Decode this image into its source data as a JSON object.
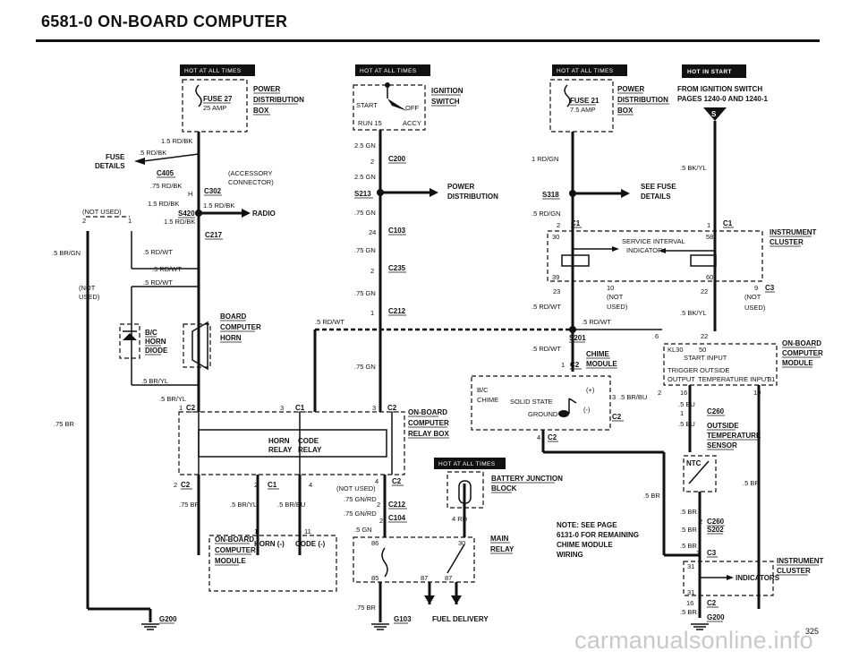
{
  "header": {
    "title": "6581-0   ON-BOARD COMPUTER"
  },
  "page_number": "325",
  "watermark": "carmanualsonline.info",
  "tags": {
    "hot_at_all_times": "HOT AT ALL TIMES",
    "hot_in_start": "HOT IN START"
  },
  "fuse27": {
    "name": "FUSE 27",
    "amp": "25 AMP",
    "dist1": "POWER",
    "dist2": "DISTRIBUTION",
    "dist3": "BOX"
  },
  "fuse21": {
    "name": "FUSE 21",
    "amp": "7.5 AMP",
    "dist1": "POWER",
    "dist2": "DISTRIBUTION",
    "dist3": "BOX"
  },
  "ignition": {
    "l1": "IGNITION",
    "l2": "SWITCH",
    "start": "START",
    "off": "OFF",
    "run": "RUN 15",
    "accy": "ACCY"
  },
  "from_ign": {
    "l1": "FROM IGNITION SWITCH",
    "l2": "PAGES 1240-0 AND 1240-1",
    "s": "S"
  },
  "left": {
    "w15rdbk_top": "1.5 RD/BK",
    "fuse_details_1": "FUSE",
    "fuse_details_2": "DETAILS",
    "w5rdbk": ".5 RD/BK",
    "c405": "C405",
    "acc1": "(ACCESSORY",
    "acc2": "CONNECTOR)",
    "w75rdbk": ".75 RD/BK",
    "h": "H",
    "c302": "C302",
    "w15rdbk2": "1.5 RD/BK",
    "w15rdbk3": "1.5 RD/BK",
    "s420": "S420",
    "radio": "RADIO",
    "not_used": "(NOT USED)",
    "p2": "2",
    "p1": "1",
    "w15rdbk4": "1.5 RD/BK",
    "c217": "C217",
    "w5brgn": ".5 BR/GN",
    "w5rdwt1": ".5 RD/WT",
    "w5rdwt2": ".5 RD/WT",
    "w5rdwt3": ".5 RD/WT",
    "not2": "(NOT",
    "used2": "USED)",
    "bc": "B/C",
    "horn": "HORN",
    "diode": "DIODE",
    "board1": "BOARD",
    "board2": "COMPUTER",
    "board3": "HORN",
    "w5bryl1": ".5 BR/YL",
    "w5bryl2": ".5 BR/YL",
    "w75br": ".75 BR",
    "c2a": "C2",
    "p1a": "1",
    "c1a": "C1",
    "p3a": "3"
  },
  "relay_box": {
    "l1": "ON-BOARD",
    "l2": "COMPUTER",
    "l3": "RELAY BOX",
    "horn_relay_1": "HORN",
    "horn_relay_2": "RELAY",
    "code_relay_1": "CODE",
    "code_relay_2": "RELAY",
    "c2b": "C2",
    "p3b": "3",
    "p2a": "2",
    "c2c": "C2",
    "p2b": "2",
    "c1b": "C1",
    "p4a": "4",
    "w75br2": ".75 BR",
    "w5bryl3": ".5 BR/YL",
    "w5brbu": ".5 BR/BU"
  },
  "module_left": {
    "l1": "ON-BOARD",
    "l2": "COMPUTER",
    "l3": "MODULE",
    "horn": "HORN (-)",
    "code": "CODE (-)",
    "p1": "1",
    "p11": "11"
  },
  "ground_left": {
    "g": "G200"
  },
  "center": {
    "w25gn1": "2.5 GN",
    "p2c": "2",
    "c200": "C200",
    "w25gn2": "2.5 GN",
    "s213": "S213",
    "pd1": "POWER",
    "pd2": "DISTRIBUTION",
    "w75gn1": ".75 GN",
    "p24": "24",
    "c103": "C103",
    "w75gn2": ".75 GN",
    "p2d": "2",
    "c235": "C235",
    "w75gn3": ".75 GN",
    "p1b": "1",
    "c212": "C212",
    "w5rdwt4": ".5 RD/WT",
    "w75gn4": ".75 GN",
    "p3c": "3",
    "c2d": "C2",
    "not_used3": "(NOT USED)",
    "p1c": "1",
    "p4b": "4",
    "c2e": "C2",
    "w75gnrd1": ".75 GN/RD",
    "p2e": "2",
    "c212b": "C212",
    "w75gnrd2": ".75 GN/RD",
    "p2f": "2",
    "c104": "C104",
    "w5gn": ".5 GN",
    "w4rd": "4 RD",
    "w75br3": ".75 BR",
    "g103": "G103",
    "fuel": "FUEL DELIVERY",
    "batt1": "BATTERY JUNCTION",
    "batt2": "BLOCK",
    "main1": "MAIN",
    "main2": "RELAY",
    "r86": "86",
    "r85": "85",
    "r87a": "87",
    "r87b": "87",
    "r30": "30"
  },
  "right": {
    "w1rdgn": "1 RD/GN",
    "w5bkyl1": ".5 BK/YL",
    "s318": "S318",
    "see_fuse1": "SEE FUSE",
    "see_fuse2": "DETAILS",
    "w5rdgn": ".5 RD/GN",
    "p2g": "2",
    "c1c": "C1",
    "p1d": "1",
    "c1d": "C1",
    "p30": "30",
    "p58": "58",
    "svc1": "SERVICE INTERVAL",
    "svc2": "INDICATOR",
    "inst1": "INSTRUMENT",
    "inst2": "CLUSTER",
    "p39": "39",
    "p60": "60",
    "p23": "23",
    "p10": "10",
    "not4": "(NOT",
    "used4": "USED)",
    "p22": "22",
    "p9": "9",
    "c3": "C3",
    "not5": "(NOT",
    "used5": "USED)",
    "w5rdwt5": ".5 RD/WT",
    "w5rdwt6": ".5 RD/WT",
    "w5bkyl2": ".5 BK/YL",
    "s201": "S201",
    "p6": "6",
    "p22b": "22",
    "w5rdwt7": ".5 RD/WT",
    "chime1": "CHIME",
    "chime2": "MODULE",
    "p1e": "1",
    "c2f": "C2",
    "kl30": "KL30",
    "p50": "50",
    "start_in": "START INPUT",
    "trig": "TRIGGER",
    "outside": "OUTSIDE",
    "output": "OUTPUT",
    "temp_in": "TEMPERATURE INPUT",
    "p31": "31",
    "obc1": "ON-BOARD",
    "obc2": "COMPUTER",
    "obc3": "MODULE",
    "bc": "B/C",
    "chime": "CHIME",
    "plus": "(+)",
    "solid": "SOLID STATE",
    "ground": "GROUND",
    "minus": "(-)",
    "p3d": "3",
    "w5brbu2": ".5 BR/BU",
    "c2g": "C2",
    "p4c": "4",
    "c2h": "C2",
    "p2h": "2",
    "p16": "16",
    "p10b": "10",
    "w5bu1": ".5 BU",
    "p1f": "1",
    "c260": "C260",
    "w5bu2": ".5 BU",
    "ots1": "OUTSIDE",
    "ots2": "TEMPERATURE",
    "ots3": "SENSOR",
    "ntc": "NTC",
    "w5br4": ".5 BR",
    "w5br5": ".5 BR",
    "w5br6": ".5 BR",
    "p2i": "2",
    "c260b": "C260",
    "w5br7": ".5 BR",
    "s202": "S202",
    "w5br8": ".5 BR",
    "p3": "3",
    "c3b": "C3",
    "p31b": "31",
    "inst3": "INSTRUMENT",
    "inst4": "CLUSTER",
    "indicators": "INDICATORS",
    "p31c": "31",
    "p16b": "16",
    "c2i": "C2",
    "w5br9": ".5 BR",
    "g200": "G200",
    "note1": "NOTE: SEE PAGE",
    "note2": "6131-0 FOR REMAINING",
    "note3": "CHIME MODULE",
    "note4": "WIRING"
  }
}
